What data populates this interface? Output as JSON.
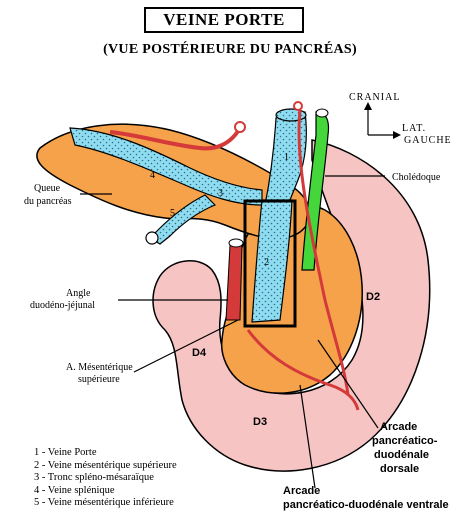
{
  "title": "VEINE PORTE",
  "subtitle": "(VUE POSTÉRIEURE DU PANCRÉAS)",
  "orientation": {
    "up": "CRANIAL",
    "right_line1": "LAT.",
    "right_line2": "GAUCHE"
  },
  "labels": {
    "queue_line1": "Queue",
    "queue_line2": "du pancréas",
    "choledoque": "Cholédoque",
    "angle_line1": "Angle",
    "angle_line2": "duodéno-jéjunal",
    "mesenterique_line1": "A. Mésentérique",
    "mesenterique_line2": "supérieure",
    "d2": "D2",
    "d3": "D3",
    "d4": "D4",
    "arcade_dorsale_line1": "Arcade",
    "arcade_dorsale_line2": "pancréatico-",
    "arcade_dorsale_line3": "duodénale",
    "arcade_dorsale_line4": "dorsale",
    "arcade_ventrale_line1": "Arcade",
    "arcade_ventrale_line2": "pancréatico-duodénale ventrale"
  },
  "numbers": {
    "n1": "1",
    "n2": "2",
    "n3": "3",
    "n4": "4",
    "n5": "5"
  },
  "legend": [
    "1 - Veine Porte",
    "2 - Veine mésentérique supérieure",
    "3 - Tronc spléno-mésaraïque",
    "4 - Veine splénique",
    "5 - Veine mésentérique inférieure"
  ],
  "colors": {
    "pancreas": "#f6a24a",
    "duodenum": "#f7c4c4",
    "vein": "#8fdcf0",
    "artery": "#d43a3a",
    "bile_duct": "#44d63a"
  }
}
